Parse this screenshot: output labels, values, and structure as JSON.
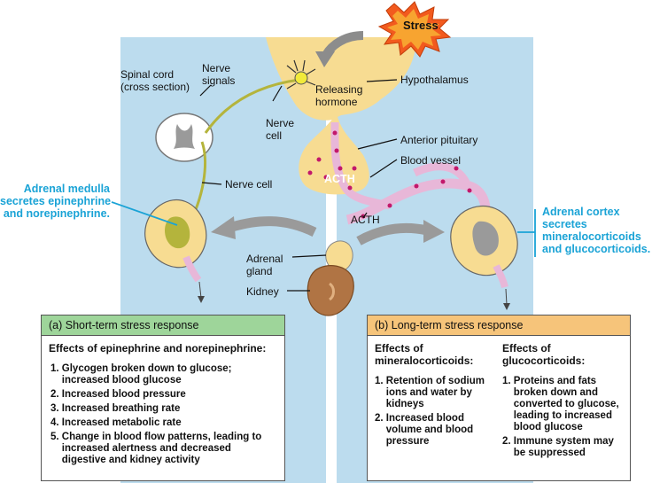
{
  "labels": {
    "stress": "Stress",
    "spinal_cord": "Spinal cord\n(cross section)",
    "nerve_signals": "Nerve\nsignals",
    "hypothalamus": "Hypothalamus",
    "releasing_hormone": "Releasing\nhormone",
    "nerve_cell_top": "Nerve\ncell",
    "anterior_pituitary": "Anterior pituitary",
    "blood_vessel": "Blood vessel",
    "acth_pituitary": "ACTH",
    "acth_vessel": "ACTH",
    "nerve_cell_mid": "Nerve cell",
    "adrenal_medulla": "Adrenal medulla\nsecretes epinephrine\nand norepinephrine.",
    "adrenal_cortex": "Adrenal cortex\nsecretes\nmineralocorticoids\nand glucocorticoids.",
    "adrenal_gland": "Adrenal\ngland",
    "kidney": "Kidney"
  },
  "short_term": {
    "title": "(a) Short-term stress response",
    "subtitle": "Effects of epinephrine and norepinephrine:",
    "items": [
      "1. Glycogen broken down to glucose;\n    increased blood glucose",
      "2. Increased blood pressure",
      "3. Increased breathing rate",
      "4. Increased metabolic rate",
      "5. Change in blood flow patterns, leading to\n    increased alertness and decreased\n    digestive and kidney activity"
    ]
  },
  "long_term": {
    "title": "(b) Long-term stress response",
    "mineralo_heading": "Effects of\nmineralocorticoids:",
    "mineralo_items": [
      "1. Retention of sodium\n    ions and water by\n    kidneys",
      "2. Increased blood\n    volume and blood\n    pressure"
    ],
    "gluco_heading": "Effects of\nglucocorticoids:",
    "gluco_items": [
      "1. Proteins and fats\n    broken down and\n    converted to glucose,\n    leading to increased\n    blood glucose",
      "2. Immune system may\n    be suppressed"
    ]
  },
  "colors": {
    "panel_blue": "#bcdcee",
    "tissue_yellow": "#f7dc92",
    "short_header": "#9ed59a",
    "long_header": "#f6c47a",
    "accent_cyan": "#1aa3d6",
    "vessel_pink": "#e8b7d8",
    "dot_magenta": "#c2186b"
  }
}
